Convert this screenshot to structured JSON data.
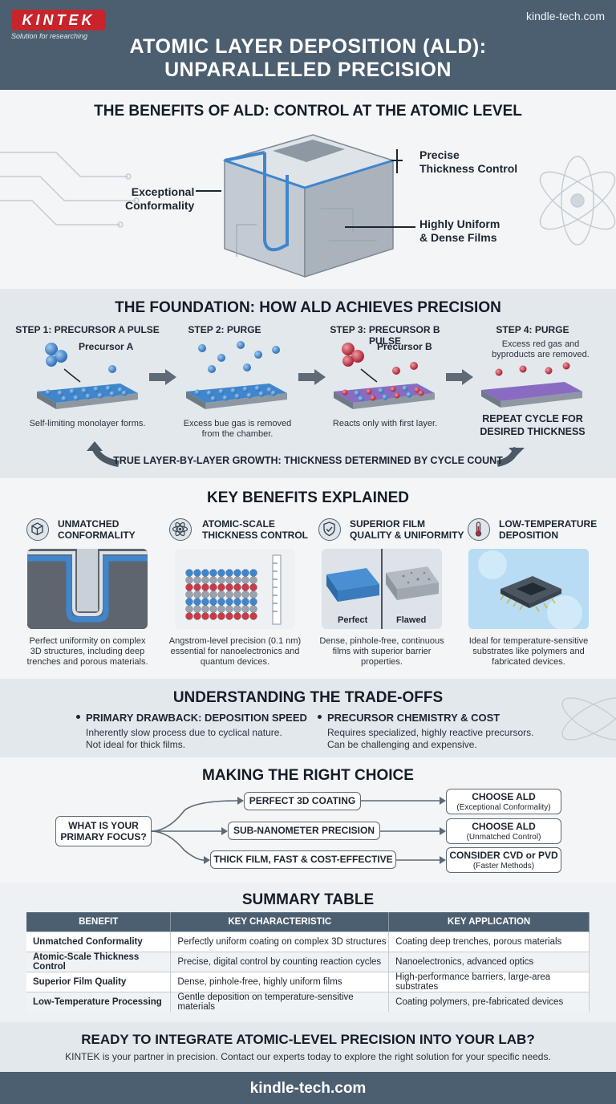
{
  "header": {
    "logo_text": "KINTEK",
    "logo_tagline": "Solution for researching",
    "site": "kindle-tech.com",
    "title_line1": "ATOMIC LAYER DEPOSITION (ALD):",
    "title_line2": "UNPARALLELED PRECISION"
  },
  "benefits": {
    "heading": "THE BENEFITS OF ALD: CONTROL AT THE ATOMIC LEVEL",
    "label_conformality": [
      "Exceptional",
      "Conformality"
    ],
    "label_thickness": [
      "Precise",
      "Thickness Control"
    ],
    "label_uniform": [
      "Highly Uniform",
      "& Dense Films"
    ]
  },
  "foundation": {
    "heading": "THE FOUNDATION: HOW ALD ACHIEVES PRECISION",
    "steps": [
      {
        "title": "STEP 1: PRECURSOR A PULSE",
        "tag": "Precursor A",
        "caption": [
          "Self-limiting monolayer forms."
        ]
      },
      {
        "title": "STEP 2: PURGE",
        "tag": "",
        "caption": [
          "Excess bue gas is removed",
          "from the chamber."
        ]
      },
      {
        "title": "STEP 3: PRECURSOR B PULSE",
        "tag": "Precursor B",
        "caption": [
          "Reacts only with first layer."
        ]
      },
      {
        "title": "STEP 4: PURGE",
        "tag": "",
        "caption": [
          "Excess red gas and",
          "byproducts are removed."
        ]
      }
    ],
    "repeat": [
      "REPEAT CYCLE FOR",
      "DESIRED THICKNESS"
    ],
    "growth": "TRUE LAYER-BY-LAYER GROWTH: THICKNESS DETERMINED BY CYCLE COUNT"
  },
  "key_benefits": {
    "heading": "KEY BENEFITS EXPLAINED",
    "items": [
      {
        "title": [
          "UNMATCHED",
          "CONFORMALITY"
        ],
        "icon": "cube-icon",
        "desc": [
          "Perfect uniformity on complex",
          "3D structures, including deep",
          "trenches and porous materials."
        ]
      },
      {
        "title": [
          "ATOMIC-SCALE",
          "THICKNESS CONTROL"
        ],
        "icon": "atom-icon",
        "desc": [
          "Angstrom-level precision (0.1 nm)",
          "essential for nanoelectronics and",
          "quantum devices."
        ]
      },
      {
        "title": [
          "SUPERIOR FILM",
          "QUALITY & UNIFORMITY"
        ],
        "icon": "shield-check-icon",
        "desc": [
          "Dense, pinhole-free, continuous",
          "films with superior barrier",
          "properties."
        ],
        "img_labels": [
          "Perfect",
          "Flawed"
        ]
      },
      {
        "title": [
          "LOW-TEMPERATURE",
          "DEPOSITION"
        ],
        "icon": "thermometer-icon",
        "desc": [
          "Ideal for temperature-sensitive",
          "substrates like polymers and",
          "fabricated devices."
        ]
      }
    ]
  },
  "tradeoffs": {
    "heading": "UNDERSTANDING THE TRADE-OFFS",
    "left_title": "PRIMARY DRAWBACK: DEPOSITION SPEED",
    "left_text": [
      "Inherently slow process due to cyclical nature.",
      "Not ideal for thick films."
    ],
    "right_title": "PRECURSOR CHEMISTRY & COST",
    "right_text": [
      "Requires specialized, highly reactive precursors.",
      "Can be challenging and expensive."
    ]
  },
  "choice": {
    "heading": "MAKING THE RIGHT CHOICE",
    "question": [
      "WHAT IS YOUR",
      "PRIMARY FOCUS?"
    ],
    "options": [
      "PERFECT 3D COATING",
      "SUB-NANOMETER PRECISION",
      "THICK FILM, FAST & COST-EFFECTIVE"
    ],
    "results": [
      {
        "main": "CHOOSE ALD",
        "sub": "(Exceptional Conformality)"
      },
      {
        "main": "CHOOSE ALD",
        "sub": "(Unmatched Control)"
      },
      {
        "main": "CONSIDER CVD or PVD",
        "sub": "(Faster Methods)"
      }
    ]
  },
  "summary": {
    "heading": "SUMMARY TABLE",
    "columns": [
      "BENEFIT",
      "KEY CHARACTERISTIC",
      "KEY APPLICATION"
    ],
    "rows": [
      [
        "Unmatched Conformality",
        "Perfectly uniform coating on complex 3D structures",
        "Coating deep trenches, porous materials"
      ],
      [
        "Atomic-Scale Thickness Control",
        "Precise, digital control by counting reaction cycles",
        "Nanoelectronics, advanced optics"
      ],
      [
        "Superior Film Quality",
        "Dense, pinhole-free, highly uniform films",
        "High-performance barriers, large-area substrates"
      ],
      [
        "Low-Temperature Processing",
        "Gentle deposition on temperature-sensitive materials",
        "Coating polymers, pre-fabricated devices"
      ]
    ]
  },
  "cta": {
    "title": "READY TO INTEGRATE ATOMIC-LEVEL PRECISION INTO YOUR LAB?",
    "text": "KINTEK is your partner in precision. Contact our experts today to explore the right solution for your specific needs."
  },
  "footer": {
    "site": "kindle-tech.com"
  },
  "colors": {
    "header": "#4c5f71",
    "accent_red": "#c8242c",
    "film_blue": "#3f86cc",
    "precursor_red": "#c73a46",
    "purple": "#8a6bc2"
  }
}
